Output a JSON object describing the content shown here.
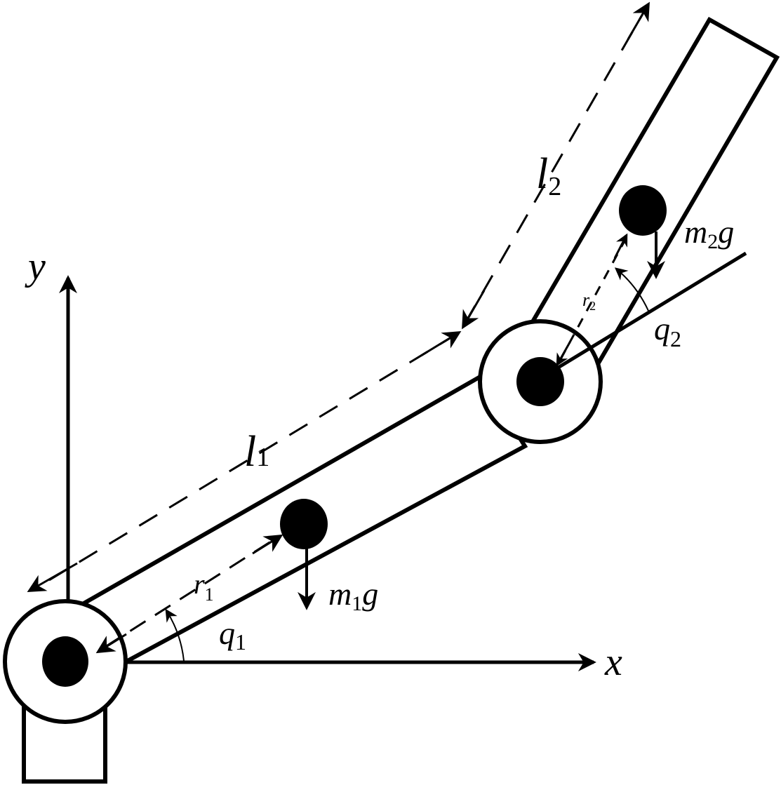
{
  "labels": {
    "x_axis": "x",
    "y_axis": "y",
    "l1": {
      "main": "l",
      "sub": "1"
    },
    "l2": {
      "main": "l",
      "sub": "2"
    },
    "r1": {
      "main": "r",
      "sub": "1"
    },
    "r2": {
      "main": "r",
      "sub": "2"
    },
    "q1": {
      "main": "q",
      "sub": "1"
    },
    "q2": {
      "main": "q",
      "sub": "2"
    },
    "m1g": {
      "main": "m",
      "sub": "1",
      "tail": "g"
    },
    "m2g": {
      "main": "m",
      "sub": "2",
      "tail": "g"
    }
  },
  "colors": {
    "stroke": "#000000",
    "background": "#ffffff"
  }
}
